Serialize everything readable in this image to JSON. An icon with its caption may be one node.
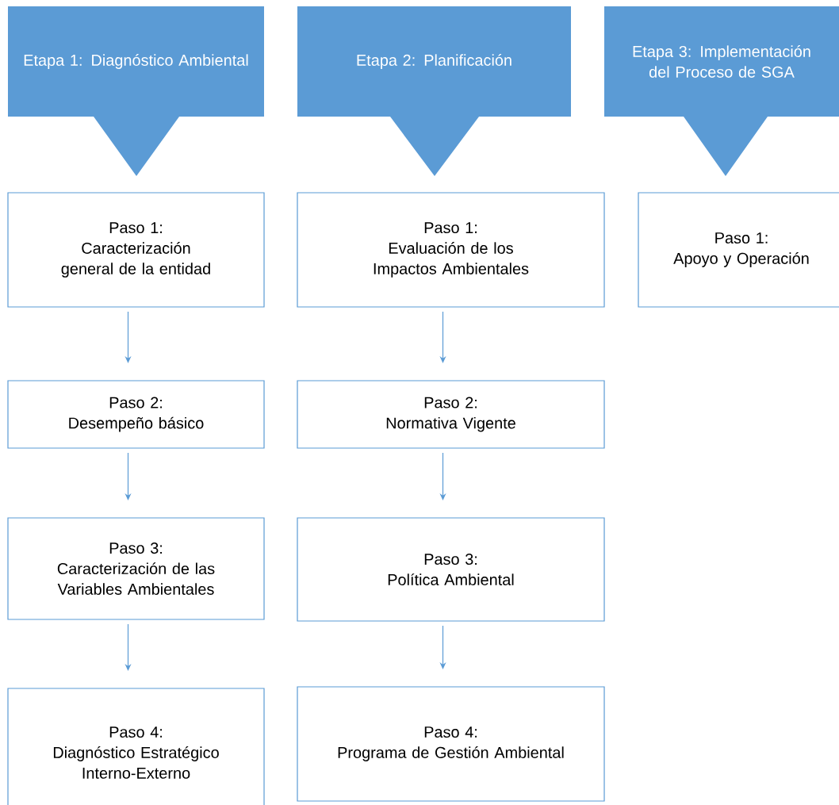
{
  "diagram": {
    "nodes": [
      {
        "text": [
          "Etapa 1: Diagnóstico Ambiental"
        ]
      },
      {
        "text": [
          "Etapa 2: Planificación"
        ]
      },
      {
        "text": [
          "Etapa 3: Implementación del Proceso de SGA"
        ]
      },
      {
        "text": [
          "Paso 1:",
          "Caracterización general de la entidad"
        ]
      },
      {
        "text": [
          "Paso 2:",
          "Desempeño básico"
        ]
      },
      {
        "text": [
          "Paso 3:",
          "Caracterización de las Variables Ambientales"
        ]
      },
      {
        "text": [
          "Paso 4:",
          "Diagnóstico Estratégico Interno-Externo"
        ]
      },
      {
        "text": [
          "Paso 1:",
          "Evaluación de los Impactos Ambientales"
        ]
      },
      {
        "text": [
          "Paso 2:",
          "Normativa Vigente"
        ]
      },
      {
        "text": [
          "Paso 3:",
          "Política Ambiental"
        ]
      },
      {
        "text": [
          "Paso 4:",
          "Programa de Gestión Ambiental"
        ]
      },
      {
        "text": [
          "Paso 1:",
          "Apoyo y Operación"
        ]
      }
    ],
    "edges": [
      {
        "from": 3,
        "to": 4,
        "arrow": "to"
      },
      {
        "from": 4,
        "to": 5,
        "arrow": "to"
      },
      {
        "from": 5,
        "to": 6,
        "arrow": "to"
      },
      {
        "from": 7,
        "to": 8,
        "arrow": "to"
      },
      {
        "from": 8,
        "to": 9,
        "arrow": "to"
      },
      {
        "from": 9,
        "to": 10,
        "arrow": "to"
      }
    ]
  }
}
